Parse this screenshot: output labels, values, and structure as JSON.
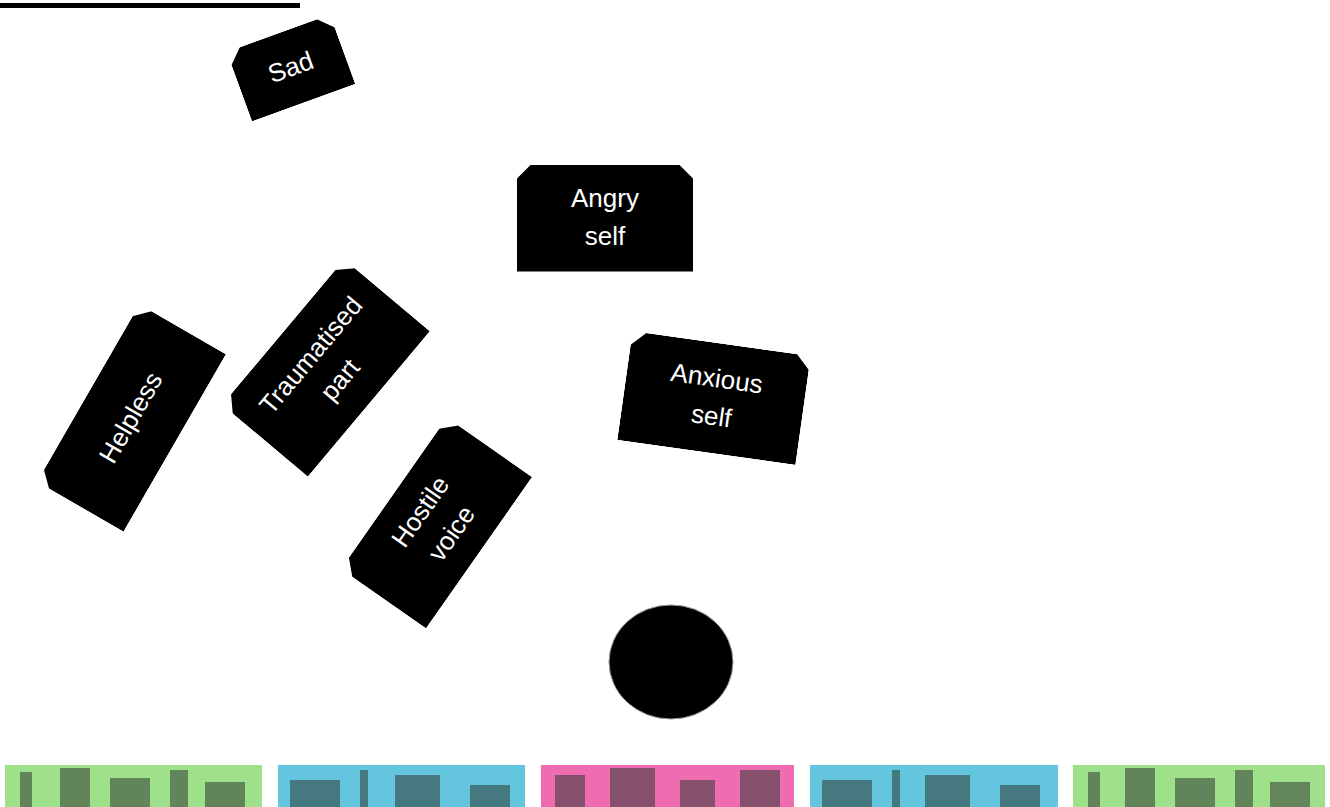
{
  "diagram": {
    "nodes": [
      {
        "text": [
          "Sad"
        ]
      },
      {
        "text": [
          "Angry self"
        ]
      },
      {
        "text": [
          "Helpless"
        ]
      },
      {
        "text": [
          "Traumatised part"
        ]
      },
      {
        "text": [
          "Anxious self"
        ]
      },
      {
        "text": [
          "Hostile voice"
        ]
      }
    ]
  }
}
